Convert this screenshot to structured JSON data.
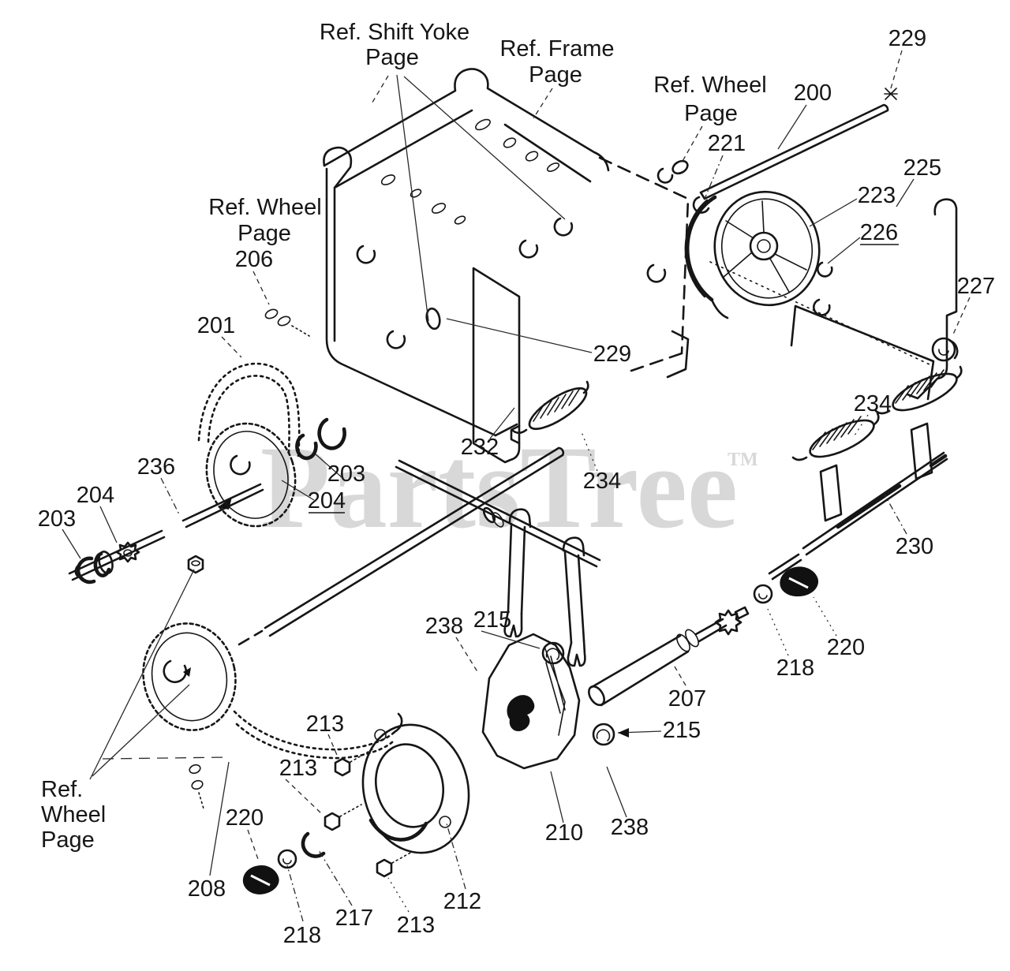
{
  "watermark": {
    "text": "PartsTree",
    "trademark_symbol": "TM",
    "color": "#d8d8d8"
  },
  "reference_labels": [
    "Ref. Shift Yoke Page",
    "Ref. Frame Page",
    "Ref. Wheel Page",
    "Ref. Wheel Page",
    "Ref. Wheel Page"
  ],
  "part_numbers_visible": [
    "200",
    "201",
    "203",
    "204",
    "206",
    "207",
    "208",
    "210",
    "212",
    "213",
    "215",
    "217",
    "218",
    "220",
    "221",
    "223",
    "225",
    "226",
    "227",
    "229",
    "230",
    "232",
    "234",
    "236",
    "238"
  ],
  "callouts": [
    {
      "id": "ref-shift-yoke-line1",
      "text": "Ref. Shift Yoke"
    },
    {
      "id": "ref-shift-yoke-line2",
      "text": "Page"
    },
    {
      "id": "ref-frame-line1",
      "text": "Ref. Frame"
    },
    {
      "id": "ref-frame-line2",
      "text": "Page"
    },
    {
      "id": "ref-wheel-top-line1",
      "text": "Ref. Wheel"
    },
    {
      "id": "ref-wheel-top-line2",
      "text": "Page"
    },
    {
      "id": "callout-221",
      "text": "221"
    },
    {
      "id": "callout-200",
      "text": "200"
    },
    {
      "id": "callout-229-top",
      "text": "229"
    },
    {
      "id": "callout-225",
      "text": "225"
    },
    {
      "id": "callout-223",
      "text": "223"
    },
    {
      "id": "callout-226",
      "text": "226"
    },
    {
      "id": "callout-227",
      "text": "227"
    },
    {
      "id": "ref-wheel-mid-line1",
      "text": "Ref. Wheel"
    },
    {
      "id": "ref-wheel-mid-line2",
      "text": "Page"
    },
    {
      "id": "callout-206",
      "text": "206"
    },
    {
      "id": "callout-201",
      "text": "201"
    },
    {
      "id": "callout-229-mid",
      "text": "229"
    },
    {
      "id": "callout-232",
      "text": "232"
    },
    {
      "id": "callout-234-mid",
      "text": "234"
    },
    {
      "id": "callout-236",
      "text": "236"
    },
    {
      "id": "callout-204-left",
      "text": "204"
    },
    {
      "id": "callout-203-left",
      "text": "203"
    },
    {
      "id": "callout-203-mid",
      "text": "203"
    },
    {
      "id": "callout-204-mid",
      "text": "204"
    },
    {
      "id": "callout-234-right",
      "text": "234"
    },
    {
      "id": "callout-230",
      "text": "230"
    },
    {
      "id": "callout-220-right",
      "text": "220"
    },
    {
      "id": "callout-218-right",
      "text": "218"
    },
    {
      "id": "callout-238-top",
      "text": "238"
    },
    {
      "id": "callout-215-top",
      "text": "215"
    },
    {
      "id": "callout-207",
      "text": "207"
    },
    {
      "id": "callout-215-right",
      "text": "215"
    },
    {
      "id": "callout-210",
      "text": "210"
    },
    {
      "id": "callout-238-bottom",
      "text": "238"
    },
    {
      "id": "ref-wheel-bottom-line1",
      "text": "Ref."
    },
    {
      "id": "ref-wheel-bottom-line2",
      "text": "Wheel"
    },
    {
      "id": "ref-wheel-bottom-line3",
      "text": "Page"
    },
    {
      "id": "callout-220-left",
      "text": "220"
    },
    {
      "id": "callout-208",
      "text": "208"
    },
    {
      "id": "callout-213-a",
      "text": "213"
    },
    {
      "id": "callout-213-b",
      "text": "213"
    },
    {
      "id": "callout-218-bottom",
      "text": "218"
    },
    {
      "id": "callout-217",
      "text": "217"
    },
    {
      "id": "callout-213-c",
      "text": "213"
    },
    {
      "id": "callout-212",
      "text": "212"
    }
  ]
}
